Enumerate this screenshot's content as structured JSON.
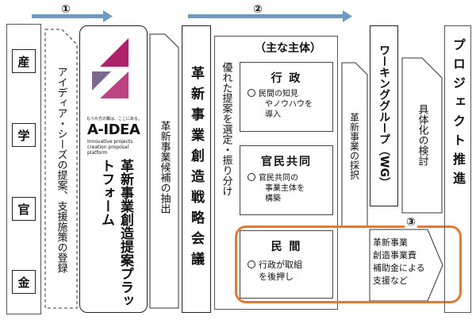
{
  "header": {
    "stage1": "①",
    "stage2": "②",
    "stage3": "③"
  },
  "sectors": [
    "産",
    "学",
    "官",
    "金"
  ],
  "idea_registration": "アイディア・シーズの提案、支援施策の登録",
  "platform": {
    "logo_tagline": "もう片方の翼は、ここにある。",
    "logo_name": "A-IDEA",
    "logo_subtitle": [
      "Innovative projects",
      "creation proposal",
      "platform"
    ],
    "title": "革新事業創造提案プラットフォーム"
  },
  "candidate_extraction": "革新事業候補の抽出",
  "council": "革新事業創造戦略会議",
  "selection": "優れた提案を選定・振り分け",
  "main_actors": {
    "heading": "（主な主体）",
    "items": [
      {
        "title": "行 政",
        "note": [
          "民間の知見",
          "やノウハウを",
          "導入"
        ]
      },
      {
        "title": "官民共同",
        "note": [
          "官民共同の",
          "事業主体を",
          "構築"
        ]
      },
      {
        "title": "民 間",
        "note": [
          "行政が取組",
          "を後押し"
        ]
      }
    ]
  },
  "adoption": "革新事業の採択",
  "working_group": "ワーキンググループ（WG）",
  "subsidy": [
    "革新事業",
    "創造事業費",
    "補助金による",
    "支援など"
  ],
  "concretize": "具体化の検討",
  "project": "プロジェクト推進",
  "colors": {
    "header_arrow": "#6b9bc3",
    "highlight": "#e07a34",
    "logo": "#b0216c",
    "border": "#222222"
  }
}
